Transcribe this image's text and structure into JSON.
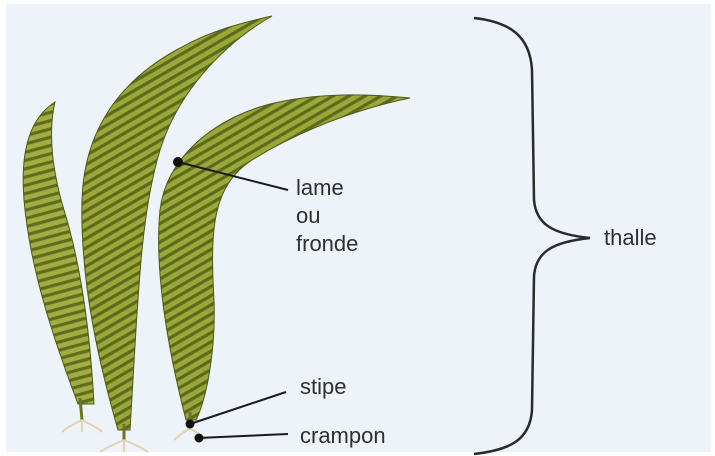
{
  "labels": {
    "lame": "lame",
    "ou": "ou",
    "fronde": "fronde",
    "stipe": "stipe",
    "crampon": "crampon",
    "thalle": "thalle"
  },
  "colors": {
    "background": "#eef3f9",
    "blade_light": "#9aa83a",
    "blade_dark": "#5d6a1c",
    "pointer": "#1a1a1a",
    "holdfast": "#efe3c8"
  }
}
